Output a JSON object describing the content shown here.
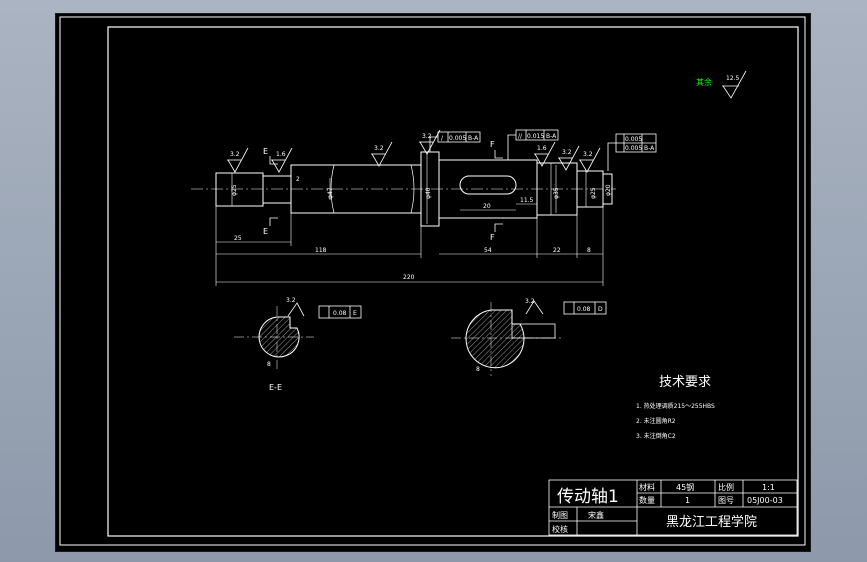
{
  "drawing": {
    "other_finish": {
      "label": "其余",
      "value": "12.5"
    },
    "surface_finish": {
      "e_left": "3.2",
      "e_right": "1.6",
      "mid": "3.2",
      "shoulder": "3.2",
      "keyway": "1.6",
      "right_a": "3.2",
      "right_b": "3.2",
      "section_e": "3.2",
      "section_f": "3.2"
    },
    "tolerances": {
      "t1_sym": "/",
      "t1_val": "0.005",
      "t1_ref": "B-A",
      "t2_sym": "//",
      "t2_val": "0.015",
      "t2_ref": "B-A",
      "t3a_val": "0.005",
      "t3b_val": "0.005",
      "t3_ref": "B-A",
      "section_e": "0.08",
      "section_e_ref": "E",
      "section_f": "0.08",
      "section_f_ref": "D"
    },
    "dims": {
      "len_left": "25",
      "len_118": "118",
      "len_right_mid": "54",
      "len_22": "22",
      "len_8": "8",
      "len_total": "220",
      "len_key": "20",
      "len_11_5": "11.5",
      "d_left": "φ25",
      "d_47": "φ47",
      "d_40": "φ40",
      "d_35": "φ35",
      "d_25": "φ25",
      "d_small": "φ20",
      "d_2": "2"
    },
    "labels": {
      "sec_e_top": "E",
      "sec_e_bot": "E",
      "sec_f_top": "F",
      "sec_f_bot": "F",
      "sec_e_title": "E-E",
      "sec_e_dim": "8",
      "sec_f_dim": "8"
    },
    "tech": {
      "title": "技术要求",
      "items": [
        "1. 热处理调质215～255HBS",
        "2. 未注圆角R2",
        "3. 未注倒角C2"
      ]
    },
    "title_block": {
      "part_name": "传动轴1",
      "material_label": "材料",
      "material_value": "45钢",
      "scale_label": "比例",
      "scale_value": "1:1",
      "quantity_label": "数量",
      "quantity_value": "1",
      "drawing_no_label": "图号",
      "drawing_no_value": "05J00-03",
      "drawn_label": "制图",
      "drawn_value": "宋鑫",
      "checked_label": "校核",
      "checked_value": "",
      "school": "黑龙江工程学院"
    }
  },
  "colors": {
    "background": "#000000",
    "lines": "#ffffff",
    "accent_text": "#00ff00",
    "app_frame": "#9aa5b5"
  }
}
